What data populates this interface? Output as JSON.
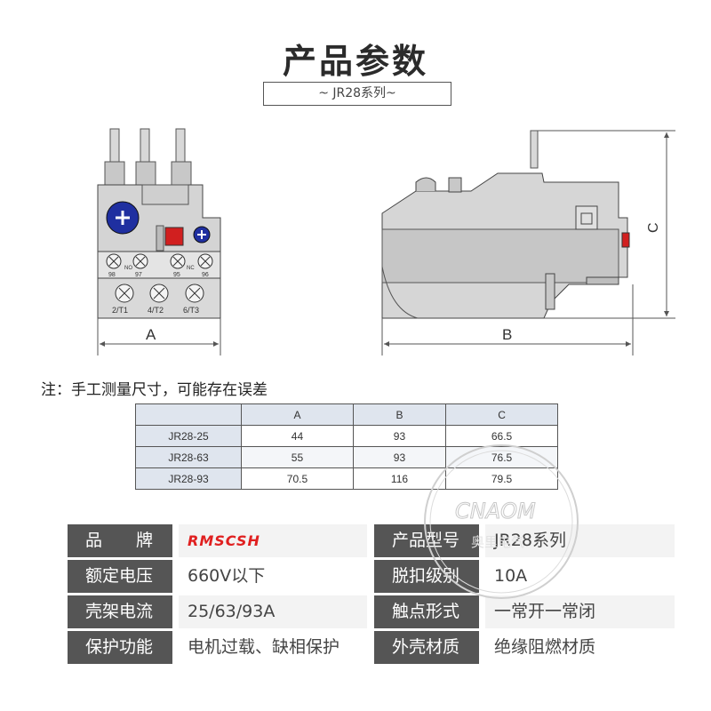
{
  "header": {
    "title": "产品参数",
    "subtitle": "~ JR28系列~"
  },
  "drawing": {
    "front_terminals_top": [
      "98",
      "NO",
      "97",
      "NC",
      "95",
      "96"
    ],
    "front_terminals_bottom": [
      "2/T1",
      "4/T2",
      "6/T3"
    ],
    "dim_a": "A",
    "dim_b": "B",
    "dim_c": "C"
  },
  "note": "注：手工测量尺寸，可能存在误差",
  "dimension_table": {
    "headers": [
      "",
      "A",
      "B",
      "C"
    ],
    "rows": [
      [
        "JR28-25",
        "44",
        "93",
        "66.5"
      ],
      [
        "JR28-63",
        "55",
        "93",
        "76.5"
      ],
      [
        "JR28-93",
        "70.5",
        "116",
        "79.5"
      ]
    ]
  },
  "specs": {
    "left": [
      {
        "label": "品　　牌",
        "value": "RMSCSH"
      },
      {
        "label": "额定电压",
        "value": "660V以下"
      },
      {
        "label": "壳架电流",
        "value": "25/63/93A"
      },
      {
        "label": "保护功能",
        "value": "电机过载、缺相保护"
      }
    ],
    "right": [
      {
        "label": "产品型号",
        "value": "JR28系列"
      },
      {
        "label": "脱扣级别",
        "value": "10A"
      },
      {
        "label": "触点形式",
        "value": "一常开一常闭"
      },
      {
        "label": "外壳材质",
        "value": "绝缘阻燃材质"
      }
    ]
  },
  "watermark": {
    "text": "CNAOM",
    "subtext": "奥里电气"
  },
  "colors": {
    "brand_red": "#e02020",
    "label_bg": "#555555",
    "table_head": "#dfe5ee",
    "knob_blue": "#1f2fa0"
  }
}
